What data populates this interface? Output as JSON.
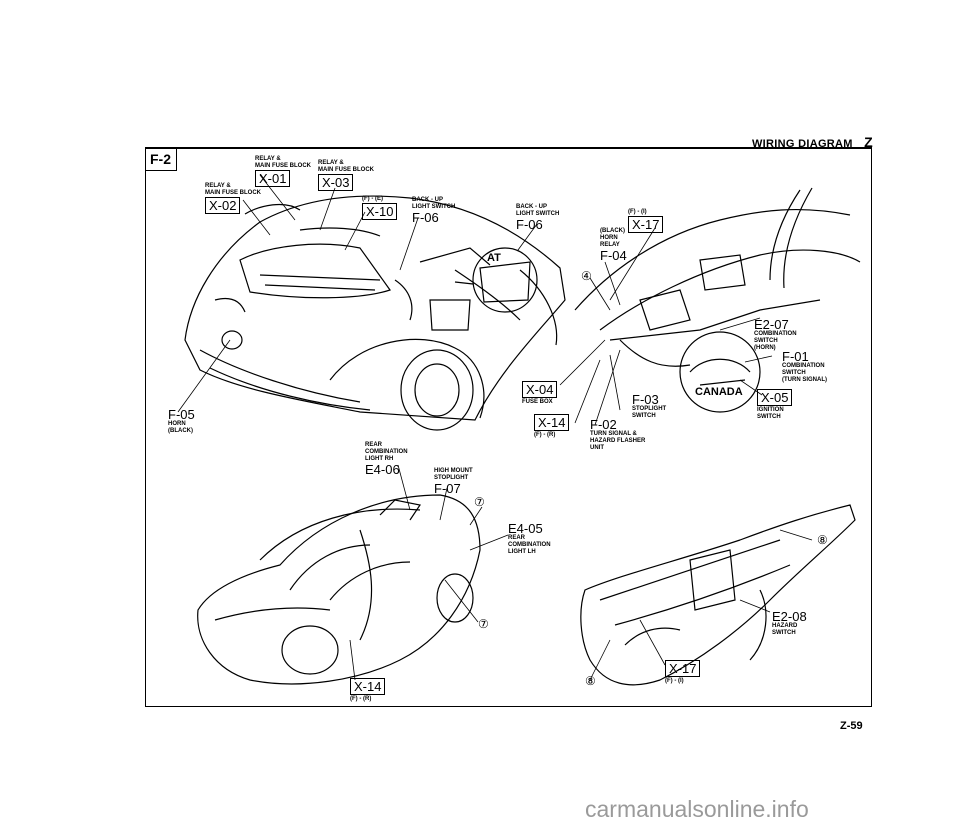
{
  "header": {
    "title": "WIRING DIAGRAM",
    "letter": "Z"
  },
  "section": "F-2",
  "page_number": "Z-59",
  "watermark": "carmanualsonline.info",
  "labels": {
    "x01": {
      "code": "X-01",
      "desc": [
        "RELAY &",
        "MAIN FUSE BLOCK"
      ]
    },
    "x03": {
      "code": "X-03",
      "desc": [
        "RELAY &",
        "MAIN FUSE BLOCK"
      ]
    },
    "x02": {
      "code": "X-02",
      "desc": [
        "RELAY &",
        "MAIN FUSE BLOCK"
      ]
    },
    "x10": {
      "code": "X-10",
      "sub": "(F) - (E)"
    },
    "f06a": {
      "code": "F-06",
      "desc": [
        "BACK - UP",
        "LIGHT SWITCH"
      ]
    },
    "f06b": {
      "code": "F-06",
      "desc": [
        "BACK - UP",
        "LIGHT SWITCH"
      ]
    },
    "x17a": {
      "code": "X-17",
      "sub": "(F) - (I)"
    },
    "f04": {
      "code": "F-04",
      "desc": [
        "(BLACK)",
        "HORN",
        "RELAY"
      ]
    },
    "e207": {
      "code": "E2-07",
      "desc": [
        "COMBINATION",
        "SWITCH",
        "(HORN)"
      ]
    },
    "f01": {
      "code": "F-01",
      "desc": [
        "COMBINATION",
        "SWITCH",
        "(TURN SIGNAL)"
      ]
    },
    "x05": {
      "code": "X-05",
      "desc": [
        "IGNITION",
        "SWITCH"
      ]
    },
    "x04": {
      "code": "X-04",
      "desc": [
        "FUSE BOX"
      ]
    },
    "x14a": {
      "code": "X-14",
      "sub": "(F) - (R)"
    },
    "f03": {
      "code": "F-03",
      "desc": [
        "STOPLIGHT",
        "SWITCH"
      ]
    },
    "f02": {
      "code": "F-02",
      "desc": [
        "TURN SIGNAL &",
        "HAZARD FLASHER",
        "UNIT"
      ]
    },
    "f05": {
      "code": "F-05",
      "desc": [
        "HORN",
        "(BLACK)"
      ]
    },
    "e406": {
      "code": "E4-06",
      "desc": [
        "REAR",
        "COMBINATION",
        "LIGHT RH"
      ]
    },
    "f07": {
      "code": "F-07",
      "desc": [
        "HIGH MOUNT",
        "STOPLIGHT"
      ]
    },
    "e405": {
      "code": "E4-05",
      "desc": [
        "REAR",
        "COMBINATION",
        "LIGHT LH"
      ]
    },
    "x14b": {
      "code": "X-14",
      "sub": "(F) - (R)"
    },
    "e208": {
      "code": "E2-08",
      "desc": [
        "HAZARD",
        "SWITCH"
      ]
    },
    "x17b": {
      "code": "X-17",
      "sub": "(F) - (I)"
    }
  },
  "tags": {
    "at": "AT",
    "canada": "CANADA",
    "c4": "④",
    "c7a": "⑦",
    "c7b": "⑦",
    "c8a": "⑧",
    "c8b": "⑧"
  }
}
